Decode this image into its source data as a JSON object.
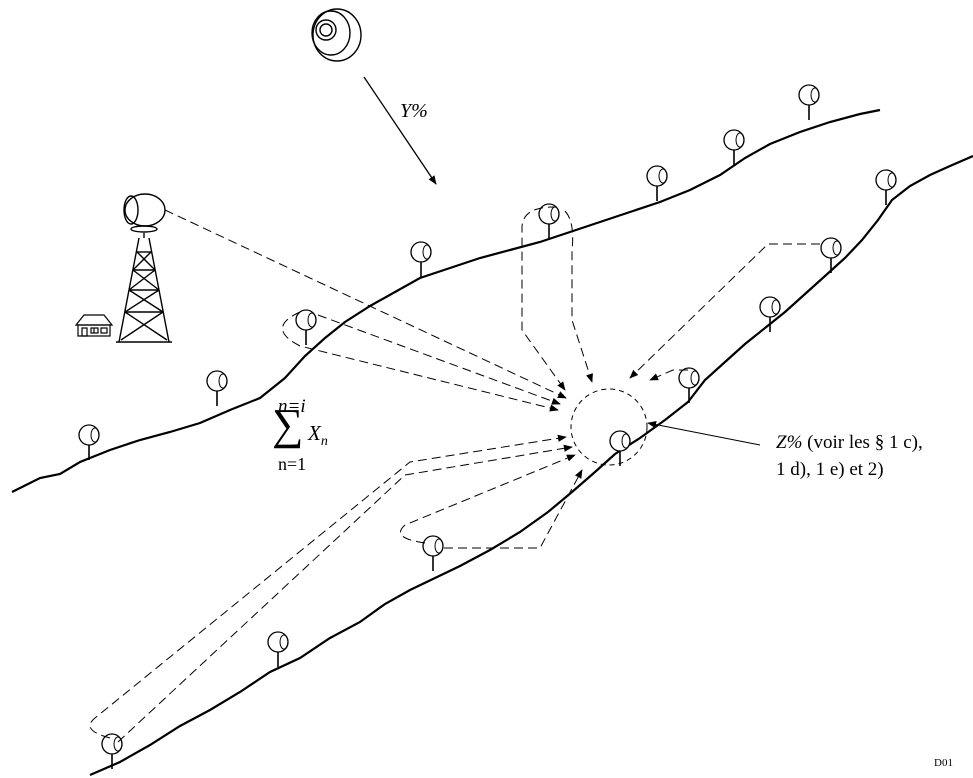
{
  "labels": {
    "y_percent": "Y%",
    "z_percent_line1": "(voir les § 1 c),",
    "z_percent_line2": "1 d), 1 e) et 2)",
    "z_percent_var": "Z%",
    "sum_upper": "n=i",
    "sum_symbol": "∑",
    "sum_variable": "X",
    "sum_subscript": "n",
    "sum_lower": "n=1",
    "figure_id": "D01"
  },
  "icons": [
    "satellite-icon",
    "transmitter-tower-icon",
    "house-icon",
    "earth-station-icon"
  ]
}
